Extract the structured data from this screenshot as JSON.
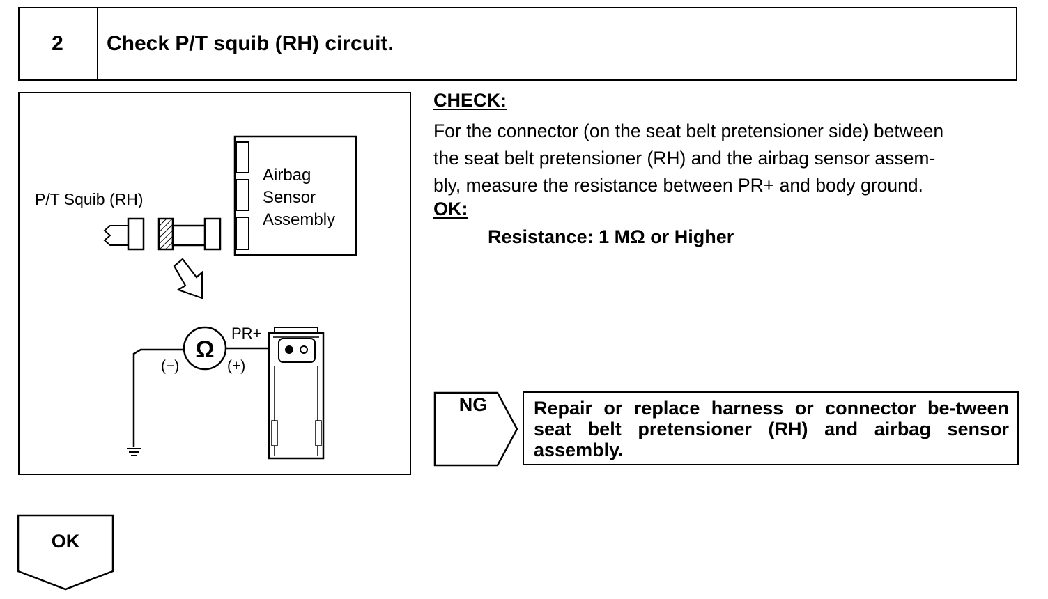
{
  "step": {
    "number": "2",
    "title": "Check P/T squib (RH) circuit."
  },
  "illustration": {
    "squib_label": "P/T Squib (RH)",
    "sensor_label_lines": [
      "Airbag",
      "Sensor",
      "Assembly"
    ],
    "ohmmeter_symbol": "Ω",
    "terminal_label": "PR+",
    "negative_lead": "(−)",
    "positive_lead": "(+)",
    "icons": [
      "connector-icon",
      "arrow-down-icon",
      "ohmmeter-icon",
      "ground-icon",
      "seat-belt-pretensioner-icon"
    ]
  },
  "check": {
    "heading": "CHECK:",
    "lines": [
      "For the connector (on the seat belt pretensioner side) between",
      "the seat belt pretensioner (RH) and the airbag sensor assem-",
      "bly, measure the resistance between PR+ and body ground."
    ]
  },
  "ok_spec": {
    "heading": "OK:",
    "spec": "Resistance: 1 MΩ or Higher"
  },
  "results": {
    "ng": {
      "label": "NG",
      "action": "Repair or replace harness or connector be-tween seat belt pretensioner (RH) and airbag sensor assembly."
    },
    "ok": {
      "label": "OK"
    }
  }
}
